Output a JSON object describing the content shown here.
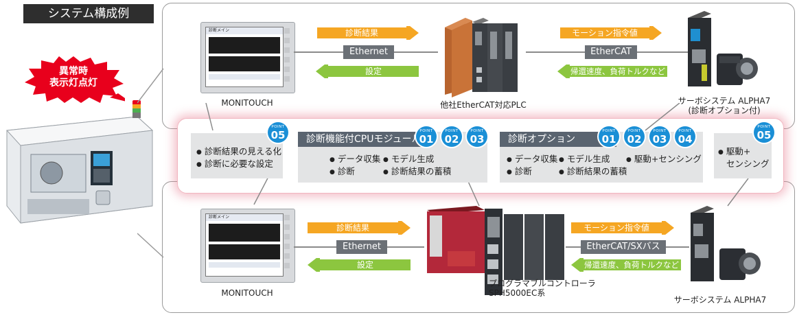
{
  "title": "システム構成例",
  "alarm_callout": {
    "line1": "異常時",
    "line2": "表示灯点灯"
  },
  "top_row": {
    "hmi_label": "MONITOUCH",
    "arrow_right_label": "診断結果",
    "bus_left": "Ethernet",
    "arrow_left_label": "設定",
    "plc_label": "他社EtherCAT対応PLC",
    "arrow_right2_label": "モーション指令値",
    "bus_right": "EtherCAT",
    "arrow_left2_label": "帰還速度、負荷トルクなど",
    "servo_label_line1": "サーボシステム ALPHA7",
    "servo_label_line2": "(診断オプション付)"
  },
  "band": {
    "hmi_box": {
      "point": "05",
      "items": [
        "診断結果の見える化",
        "診断に必要な設定"
      ]
    },
    "cpu_box": {
      "header": "診断機能付CPUモジュール",
      "points": [
        "01",
        "02",
        "03"
      ],
      "items": [
        "データ収集",
        "モデル生成",
        "診断",
        "診断結果の蓄積"
      ]
    },
    "option_box": {
      "header": "診断オプション",
      "points": [
        "01",
        "02",
        "03",
        "04"
      ],
      "items": [
        "データ収集",
        "モデル生成",
        "駆動+センシング",
        "診断",
        "診断結果の蓄積"
      ]
    },
    "drive_box": {
      "point": "05",
      "items": [
        "駆動+",
        "センシング"
      ]
    },
    "point_caption": "POINT"
  },
  "bottom_row": {
    "hmi_label": "MONITOUCH",
    "arrow_right_label": "診断結果",
    "bus_left": "Ethernet",
    "arrow_left_label": "設定",
    "plc_label_line1": "プログラマブルコントローラ",
    "plc_label_line2": "SPH5000EC系",
    "arrow_right2_label": "モーション指令値",
    "bus_right": "EtherCAT/SXバス",
    "arrow_left2_label": "帰還速度、負荷トルクなど",
    "servo_label": "サーボシステム ALPHA7"
  },
  "hmi_screen": {
    "title": "診断メイン",
    "footer": "MONITOUCH"
  },
  "colors": {
    "orange_arrow": "#f5a623",
    "green_arrow": "#8cc63f",
    "point_blue": "#1a8fd6",
    "alarm_red": "#e8001c",
    "bus_gray": "#6b7076"
  }
}
